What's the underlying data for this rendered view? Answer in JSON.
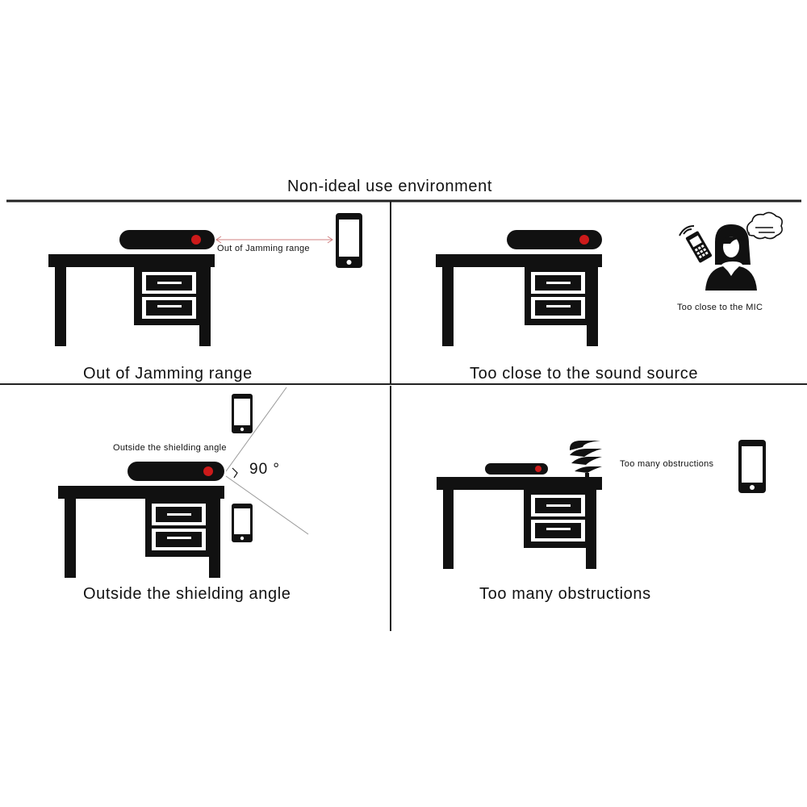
{
  "title": "Non-ideal use environment",
  "panels": {
    "top_left": {
      "caption": "Out of Jamming range",
      "annotation": "Out of Jamming range"
    },
    "top_right": {
      "caption": "Too close to the sound source",
      "annotation": "Too close to the MIC"
    },
    "bottom_left": {
      "caption": "Outside the shielding angle",
      "annotation": "Outside the shielding angle",
      "angle_label": "90 °"
    },
    "bottom_right": {
      "caption": "Too many obstructions",
      "annotation": "Too many obstructions"
    }
  },
  "colors": {
    "ink": "#111111",
    "indicator_red": "#cc1a1a",
    "divider": "#222222",
    "guide_line": "#999999",
    "range_arrow": "#d08080"
  }
}
